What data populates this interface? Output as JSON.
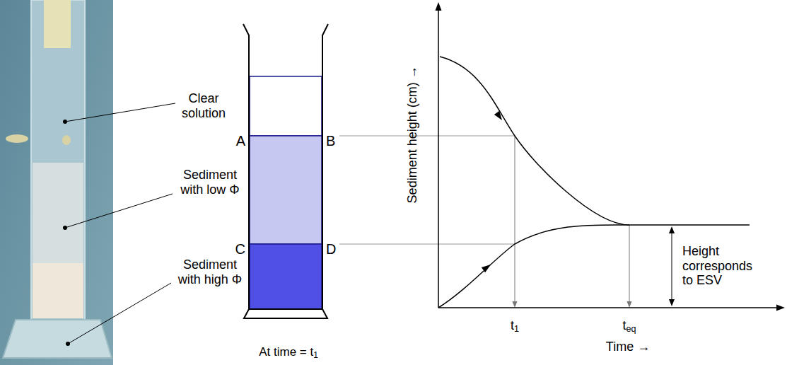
{
  "diagram": {
    "labels": [
      "Clear solution",
      "Sediment with low Φ",
      "Sediment with high Φ",
      "A",
      "B",
      "C",
      "D",
      "At time = t1",
      "Sediment height (cm) →",
      "Time →",
      "t1",
      "teq",
      "Height corresponds to ESV"
    ]
  }
}
